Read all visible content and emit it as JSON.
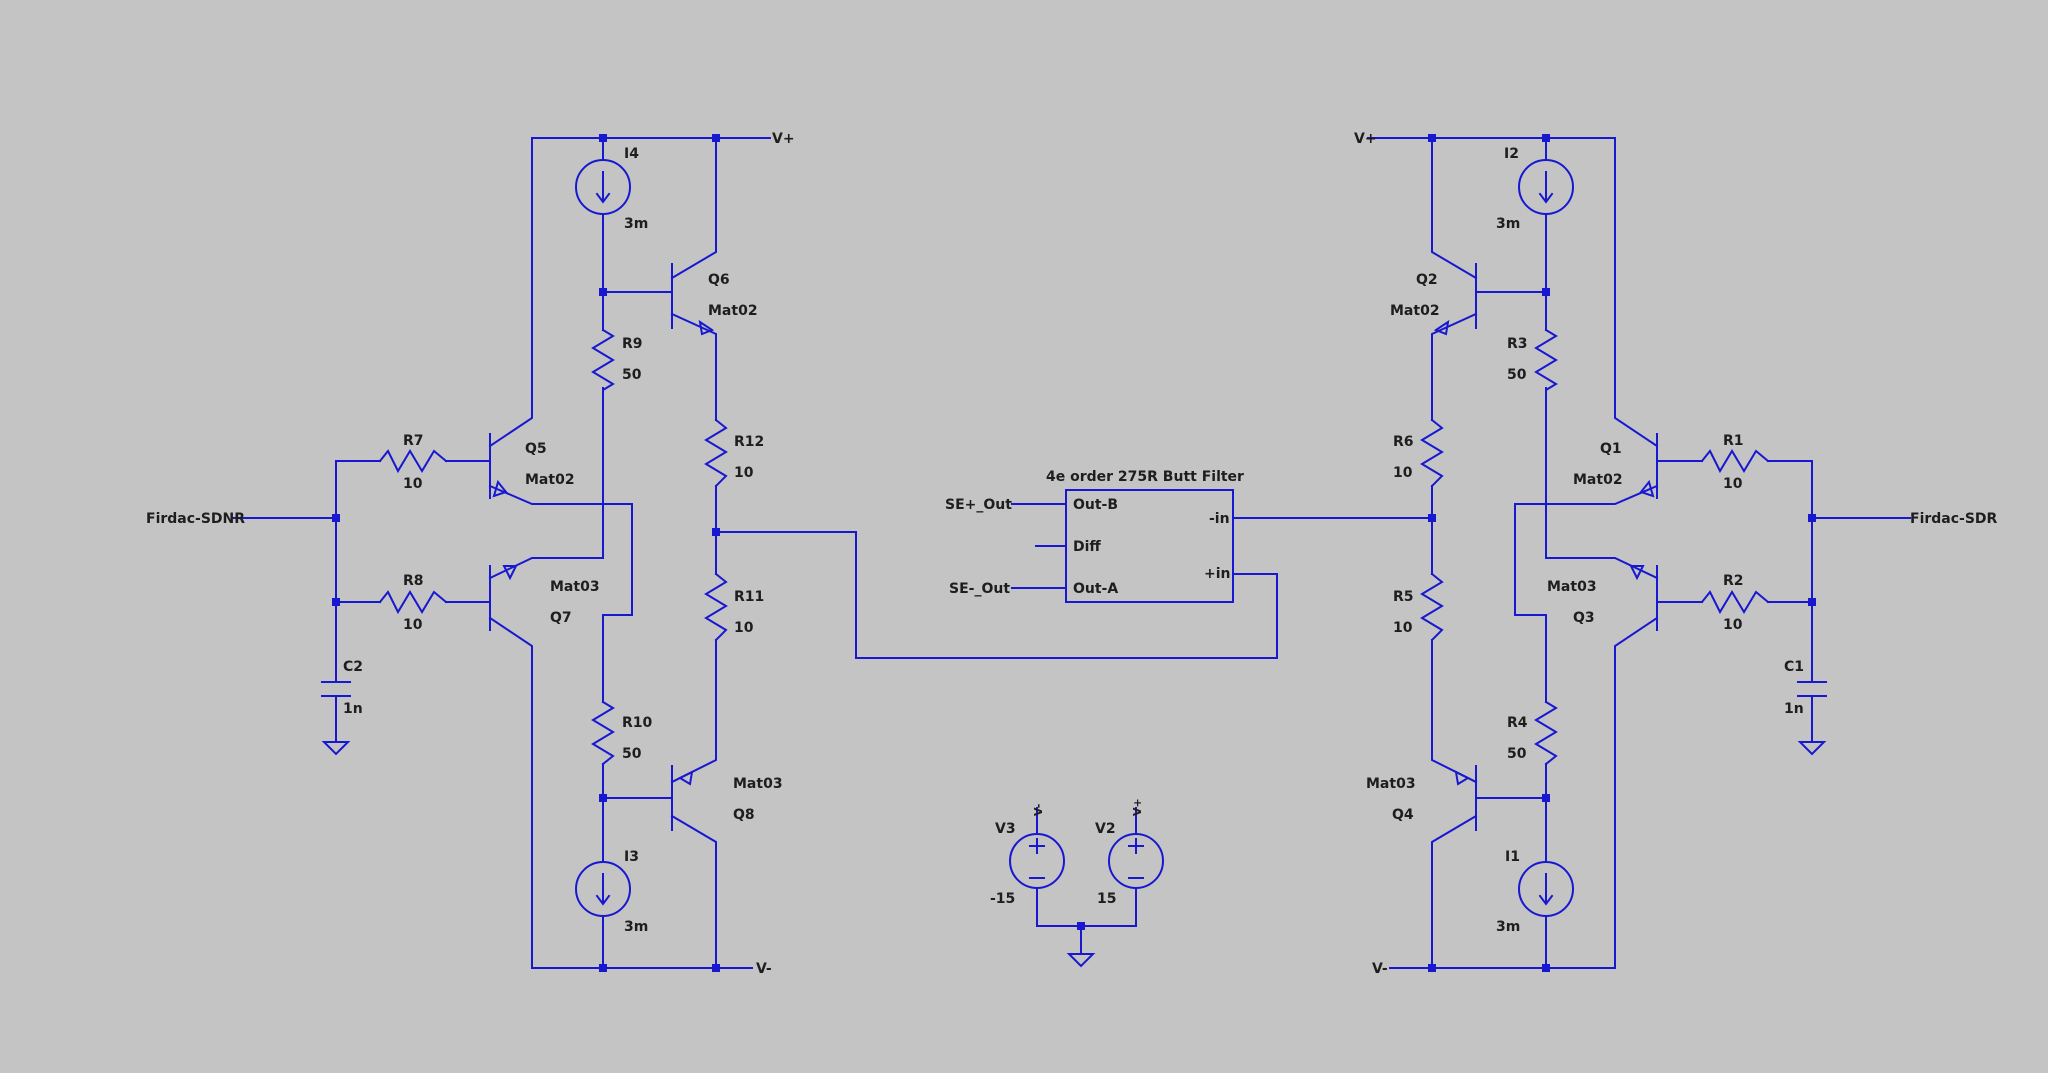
{
  "colors": {
    "background": "#c4c4c4",
    "wire": "#1818d0",
    "text": "#1e1e1e"
  },
  "nets": {
    "vplus_left": "V+",
    "vminus_left": "V-",
    "vplus_right": "V+",
    "vminus_right": "V-",
    "firdac_sdnr": "Firdac-SDNR",
    "firdac_sdr": "Firdac-SDR"
  },
  "components": {
    "i4": {
      "name": "I4",
      "value": "3m"
    },
    "i3": {
      "name": "I3",
      "value": "3m"
    },
    "i2": {
      "name": "I2",
      "value": "3m"
    },
    "i1": {
      "name": "I1",
      "value": "3m"
    },
    "q6": {
      "name": "Q6",
      "model": "Mat02"
    },
    "q5": {
      "name": "Q5",
      "model": "Mat02"
    },
    "q7": {
      "name": "Q7",
      "model": "Mat03"
    },
    "q8": {
      "name": "Q8",
      "model": "Mat03"
    },
    "q2": {
      "name": "Q2",
      "model": "Mat02"
    },
    "q1": {
      "name": "Q1",
      "model": "Mat02"
    },
    "q3": {
      "name": "Q3",
      "model": "Mat03"
    },
    "q4": {
      "name": "Q4",
      "model": "Mat03"
    },
    "r9": {
      "name": "R9",
      "value": "50"
    },
    "r10": {
      "name": "R10",
      "value": "50"
    },
    "r12": {
      "name": "R12",
      "value": "10"
    },
    "r11": {
      "name": "R11",
      "value": "10"
    },
    "r7": {
      "name": "R7",
      "value": "10"
    },
    "r8": {
      "name": "R8",
      "value": "10"
    },
    "r3": {
      "name": "R3",
      "value": "50"
    },
    "r4": {
      "name": "R4",
      "value": "50"
    },
    "r6": {
      "name": "R6",
      "value": "10"
    },
    "r5": {
      "name": "R5",
      "value": "10"
    },
    "r1": {
      "name": "R1",
      "value": "10"
    },
    "r2": {
      "name": "R2",
      "value": "10"
    },
    "c2": {
      "name": "C2",
      "value": "1n"
    },
    "c1": {
      "name": "C1",
      "value": "1n"
    },
    "v3": {
      "name": "V3",
      "value": "-15",
      "node": "V-"
    },
    "v2": {
      "name": "V2",
      "value": "15",
      "node": "V+"
    }
  },
  "filter": {
    "title": "4e order 275R Butt Filter",
    "pin_out_b": "Out-B",
    "pin_diff": "Diff",
    "pin_out_a": "Out-A",
    "pin_minus_in": "-in",
    "pin_plus_in": "+in",
    "net_se_plus": "SE+_Out",
    "net_se_minus": "SE-_Out"
  }
}
